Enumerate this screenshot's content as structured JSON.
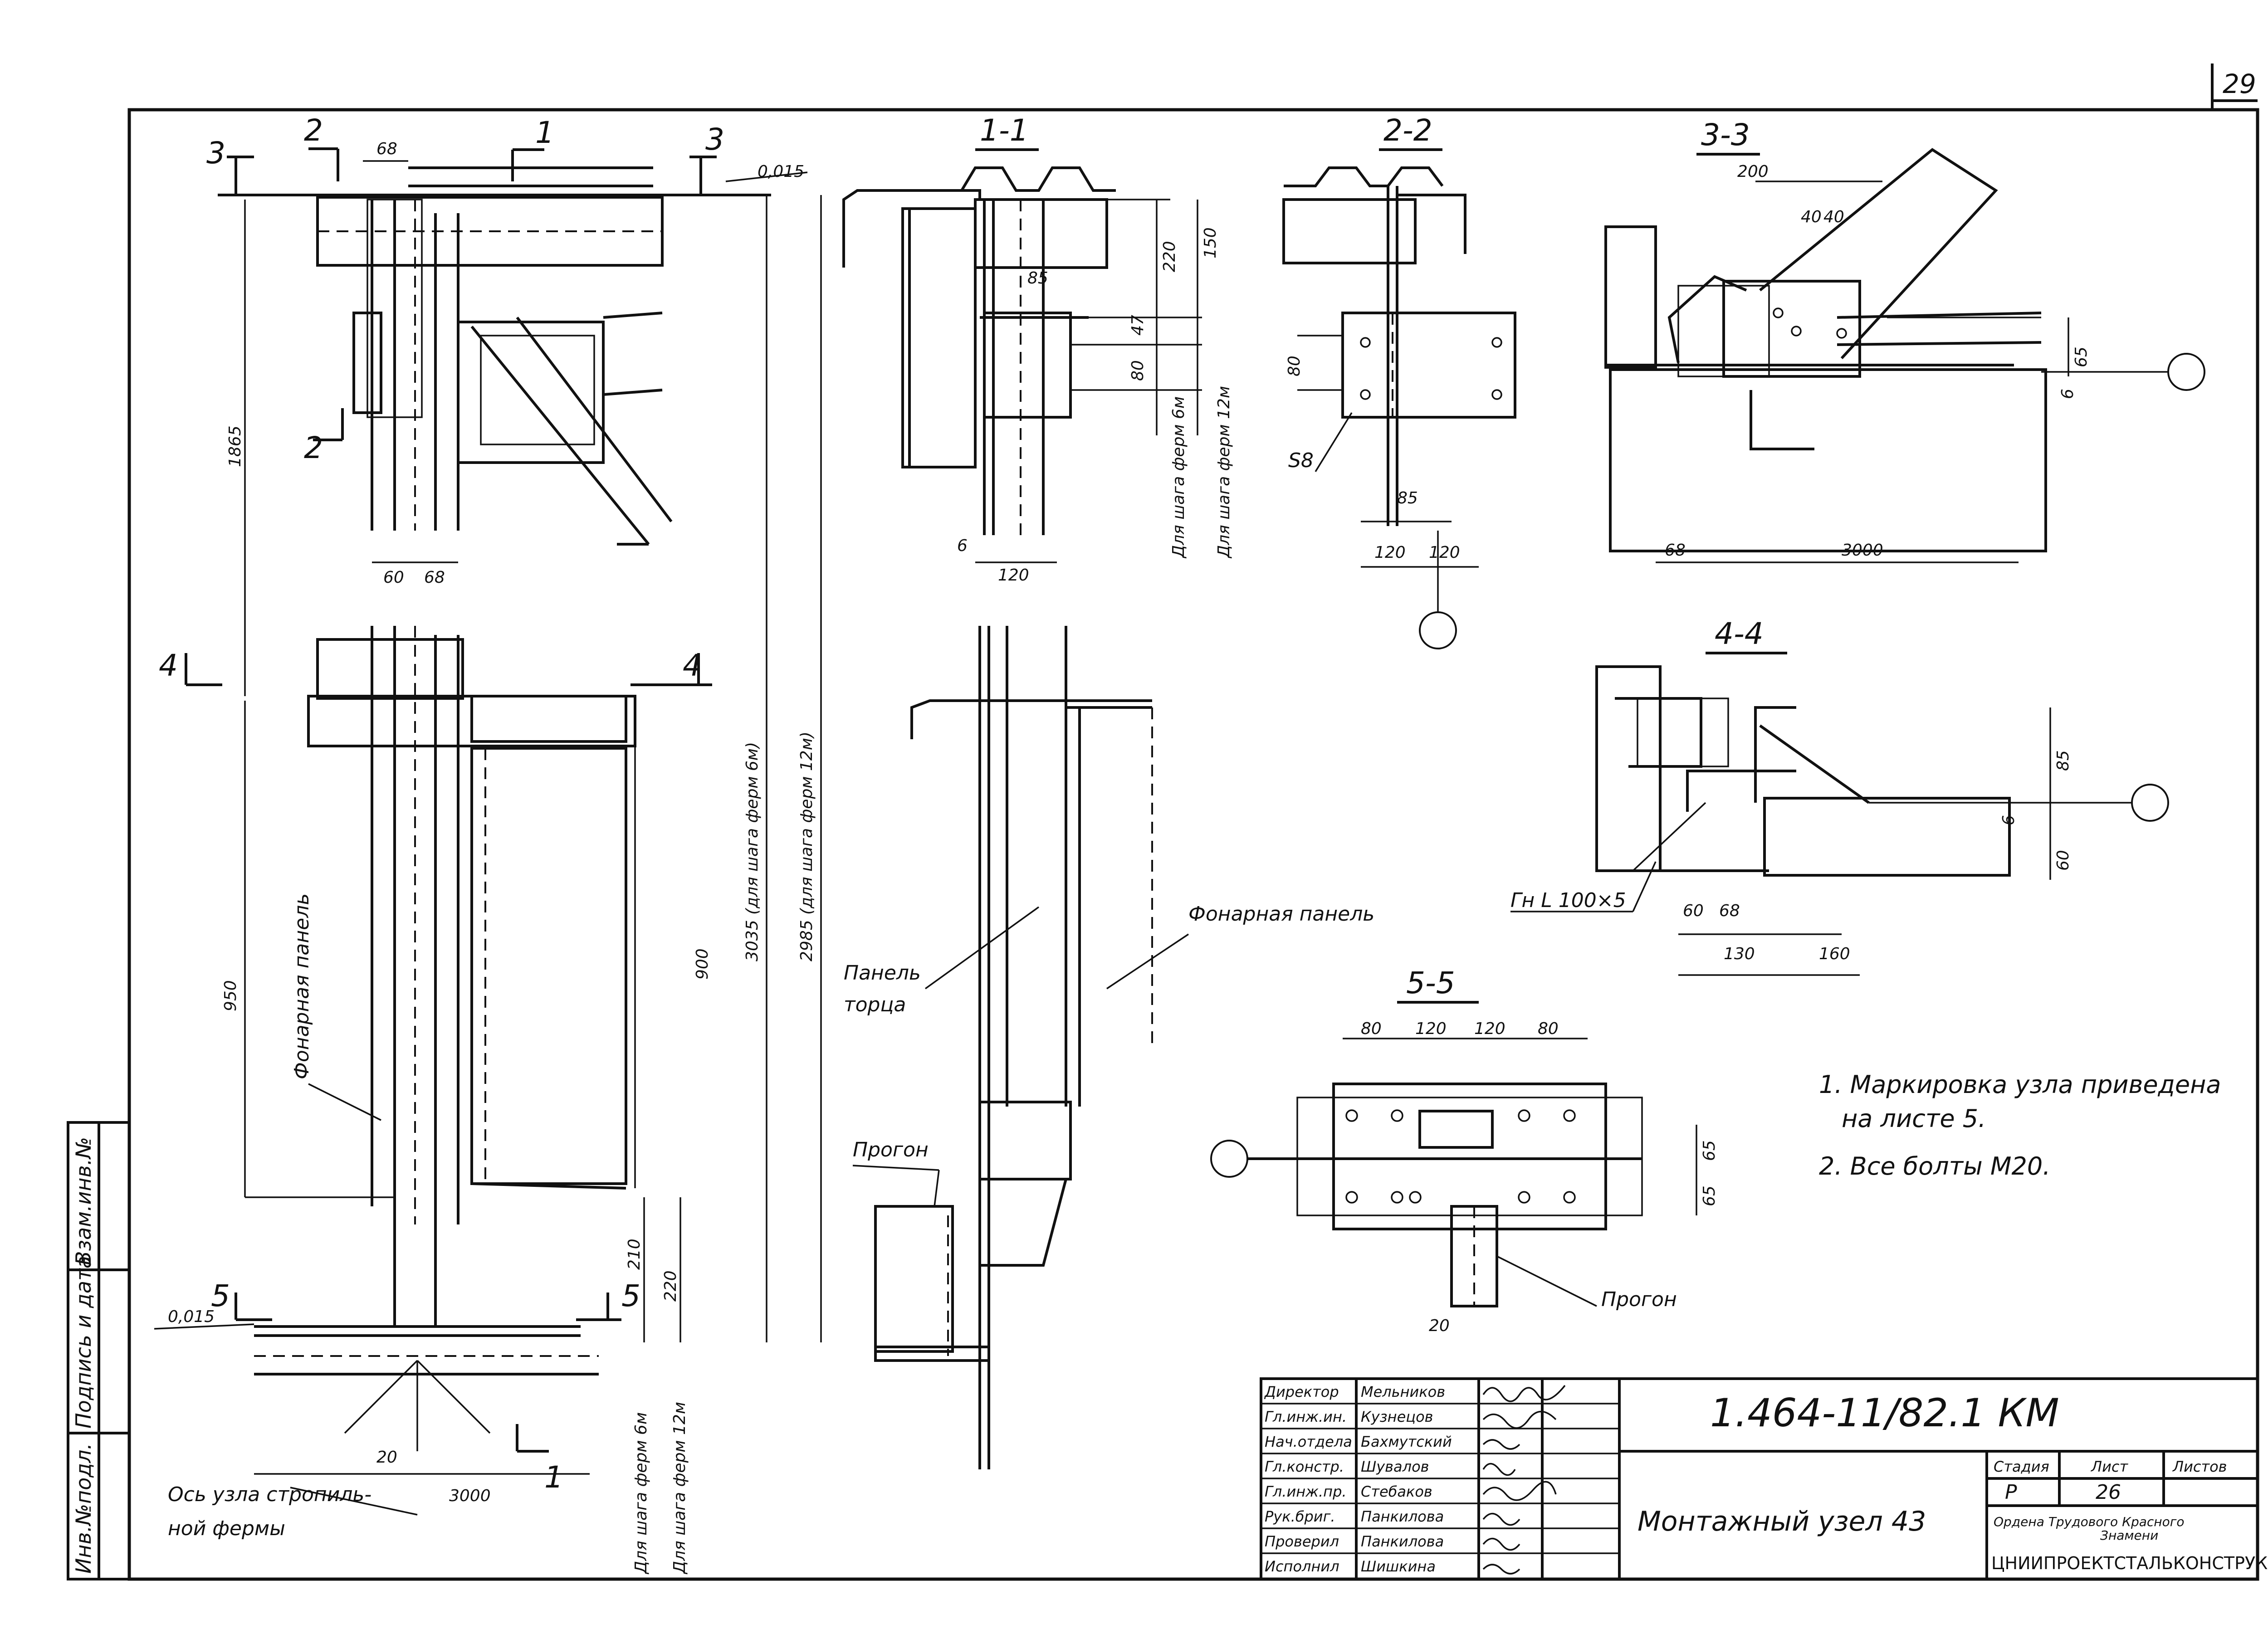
{
  "page_number": "29",
  "sections": {
    "s11": "1-1",
    "s22": "2-2",
    "s33": "3-3",
    "s44": "4-4",
    "s55": "5-5"
  },
  "cut_marks": {
    "m1": "1",
    "m2": "2",
    "m3": "3",
    "m4": "4",
    "m5": "5"
  },
  "main_view": {
    "elev_top": "0,015",
    "elev_bottom": "0,015",
    "dim_68_top": "68",
    "dim_60": "60",
    "dim_68_mid": "68",
    "dim_1865": "1865",
    "dim_950": "950",
    "dim_900": "900",
    "dim_3035": "3035 (для шага ферм 6м)",
    "dim_2985": "2985 (для шага ферм 12м)",
    "dim_210": "210",
    "dim_220": "220",
    "dim_20": "20",
    "dim_3000": "3000",
    "note_6m": "Для шага ферм 6м",
    "note_12m": "Для шага ферм 12м",
    "lbl_panel": "Фонарная панель",
    "lbl_axis": "Ось узла стропиль-",
    "lbl_axis2": "ной фермы"
  },
  "view_11": {
    "dim_85": "85",
    "dim_220": "220",
    "dim_150": "150",
    "dim_47": "47",
    "dim_80": "80",
    "dim_6": "6",
    "dim_120": "120",
    "note_6m": "Для шага ферм 6м",
    "note_12m": "Для шага ферм 12м",
    "lbl_end_panel": "Панель",
    "lbl_end_panel2": "торца",
    "lbl_lantern_panel": "Фонарная панель",
    "lbl_purlin": "Прогон"
  },
  "view_22": {
    "dim_80": "80",
    "dim_85": "85",
    "dim_120a": "120",
    "dim_120b": "120",
    "lbl_s8": "S8"
  },
  "view_33": {
    "dim_200": "200",
    "dim_40a": "40",
    "dim_40b": "40",
    "dim_65": "65",
    "dim_6": "6",
    "dim_68": "68",
    "dim_3000": "3000"
  },
  "view_44": {
    "dim_85": "85",
    "dim_6": "6",
    "dim_60": "60",
    "dim_60b": "60",
    "dim_68": "68",
    "dim_130": "130",
    "dim_160": "160",
    "lbl_weld": "Гн L 100×5"
  },
  "view_55": {
    "dim_80a": "80",
    "dim_120a": "120",
    "dim_120b": "120",
    "dim_80b": "80",
    "dim_65a": "65",
    "dim_65b": "65",
    "dim_20": "20",
    "lbl_purlin": "Прогон"
  },
  "notes": [
    "1. Маркировка узла приведена",
    "на листе 5.",
    "2. Все болты М20."
  ],
  "side_stamp": [
    "Инв.№подл.",
    "Подпись и дата",
    "Взам.инв.№"
  ],
  "title_block": {
    "roles": [
      "Директор",
      "Гл.инж.ин.",
      "Нач.отдела",
      "Гл.констр.",
      "Гл.инж.пр.",
      "Рук.бриг.",
      "Проверил",
      "Исполнил"
    ],
    "names": [
      "Мельников",
      "Кузнецов",
      "Бахмутский",
      "Шувалов",
      "Стебаков",
      "Панкилова",
      "Панкилова",
      "Шишкина"
    ],
    "code": "1.464-11/82.1 КМ",
    "title": "Монтажный узел 43",
    "stage_label": "Стадия",
    "sheet_label": "Лист",
    "sheets_label": "Листов",
    "stage": "Р",
    "sheet": "26",
    "org_line1": "Ордена Трудового Красного",
    "org_line2": "Знамени",
    "org": "ЦНИИПРОЕКТСТАЛЬКОНСТРУКЦИЯ"
  }
}
